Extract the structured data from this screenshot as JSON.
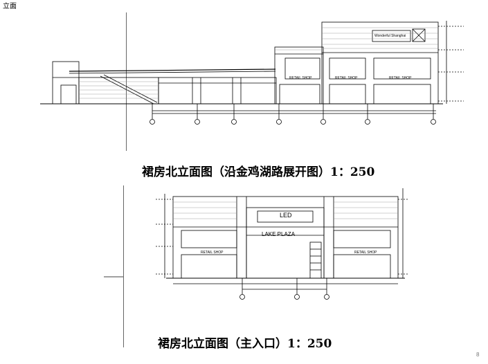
{
  "page": {
    "corner_label": "立面",
    "page_number": "8"
  },
  "drawing1": {
    "caption": "裙房北立面图（沿金鸡湖路展开图）1：250",
    "shop_label": "RETAIL SHOP",
    "sign_label": "Wonderful Shanghai",
    "axis_count": 7
  },
  "drawing2": {
    "caption": "裙房北立面图（主入口）1：250",
    "shop_label": "RETAIL SHOP",
    "led_label": "LED",
    "plaza_label": "LAKE PLAZA",
    "axis_count": 3
  },
  "colors": {
    "line": "#000000",
    "guide": "#555555",
    "masonry": "#999999"
  }
}
